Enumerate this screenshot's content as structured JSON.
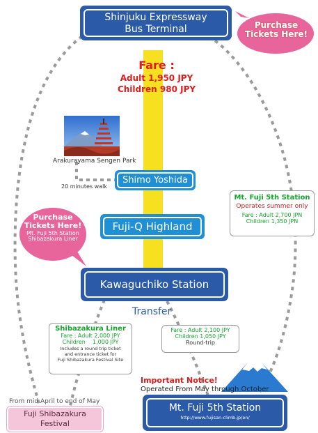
{
  "top_terminal": {
    "line1": "Shinjuku Expressway",
    "line2": "Bus Terminal"
  },
  "purchase_top": {
    "line1": "Purchase",
    "line2": "Tickets Here!"
  },
  "fare": {
    "title": "Fare :",
    "adult": "Adult  1,950 JPY",
    "children": "Children  980 JPY"
  },
  "park": {
    "label": "Arakurayama Sengen Park",
    "walk": "20 minutes walk"
  },
  "shimo_yoshida": "Shimo Yoshida",
  "fujiq": "Fuji-Q Highland",
  "purchase_left": {
    "line1": "Purchase",
    "line2": "Tickets Here!",
    "line3": "Mt. Fuji 5th Station",
    "line4": "Shibazakura Liner"
  },
  "kawaguchiko": "Kawaguchiko Station",
  "transfer": "Transfer",
  "summer_box": {
    "title": "Mt. Fuji 5th Station",
    "note": "Operates summer only",
    "fare_adult": "Fare : Adult 2,700 JPN",
    "fare_children": "Children 1,350 JPN"
  },
  "shibazakura_box": {
    "title": "Shibazakura Liner",
    "fare_adult": "Fare : Adult 2,000 JPY",
    "fare_children": "Children    1,000 JPY",
    "note1": "Includes a round trip ticket",
    "note2": "and entrance ticket for",
    "note3": "Fuji Shibazakura Festival Site"
  },
  "roundtrip_box": {
    "fare_adult": "Fare : Adult 2,100 JPY",
    "fare_children": "Children 1,050 JPY",
    "note": "Round-trip"
  },
  "notice": {
    "title": "Important Notice!",
    "text": "Operated From May through October"
  },
  "mid_april": "From mid April to end of May",
  "festival": {
    "line1": "Fuji Shibazakura",
    "line2": "Festival"
  },
  "fifth_station": {
    "name": "Mt. Fuji 5th Station",
    "url": "http://www.fujisan-climb.jp/en/"
  },
  "colors": {
    "navy": "#2a5aa8",
    "cyan": "#1f8fd6",
    "pink": "#e8659b",
    "yellow": "#f7e01f",
    "red": "#e01b1b",
    "green": "#13a52c",
    "festival_pink": "#f5c6d9"
  },
  "icons": [
    "pagoda-photo",
    "mt-fuji-illustration"
  ]
}
